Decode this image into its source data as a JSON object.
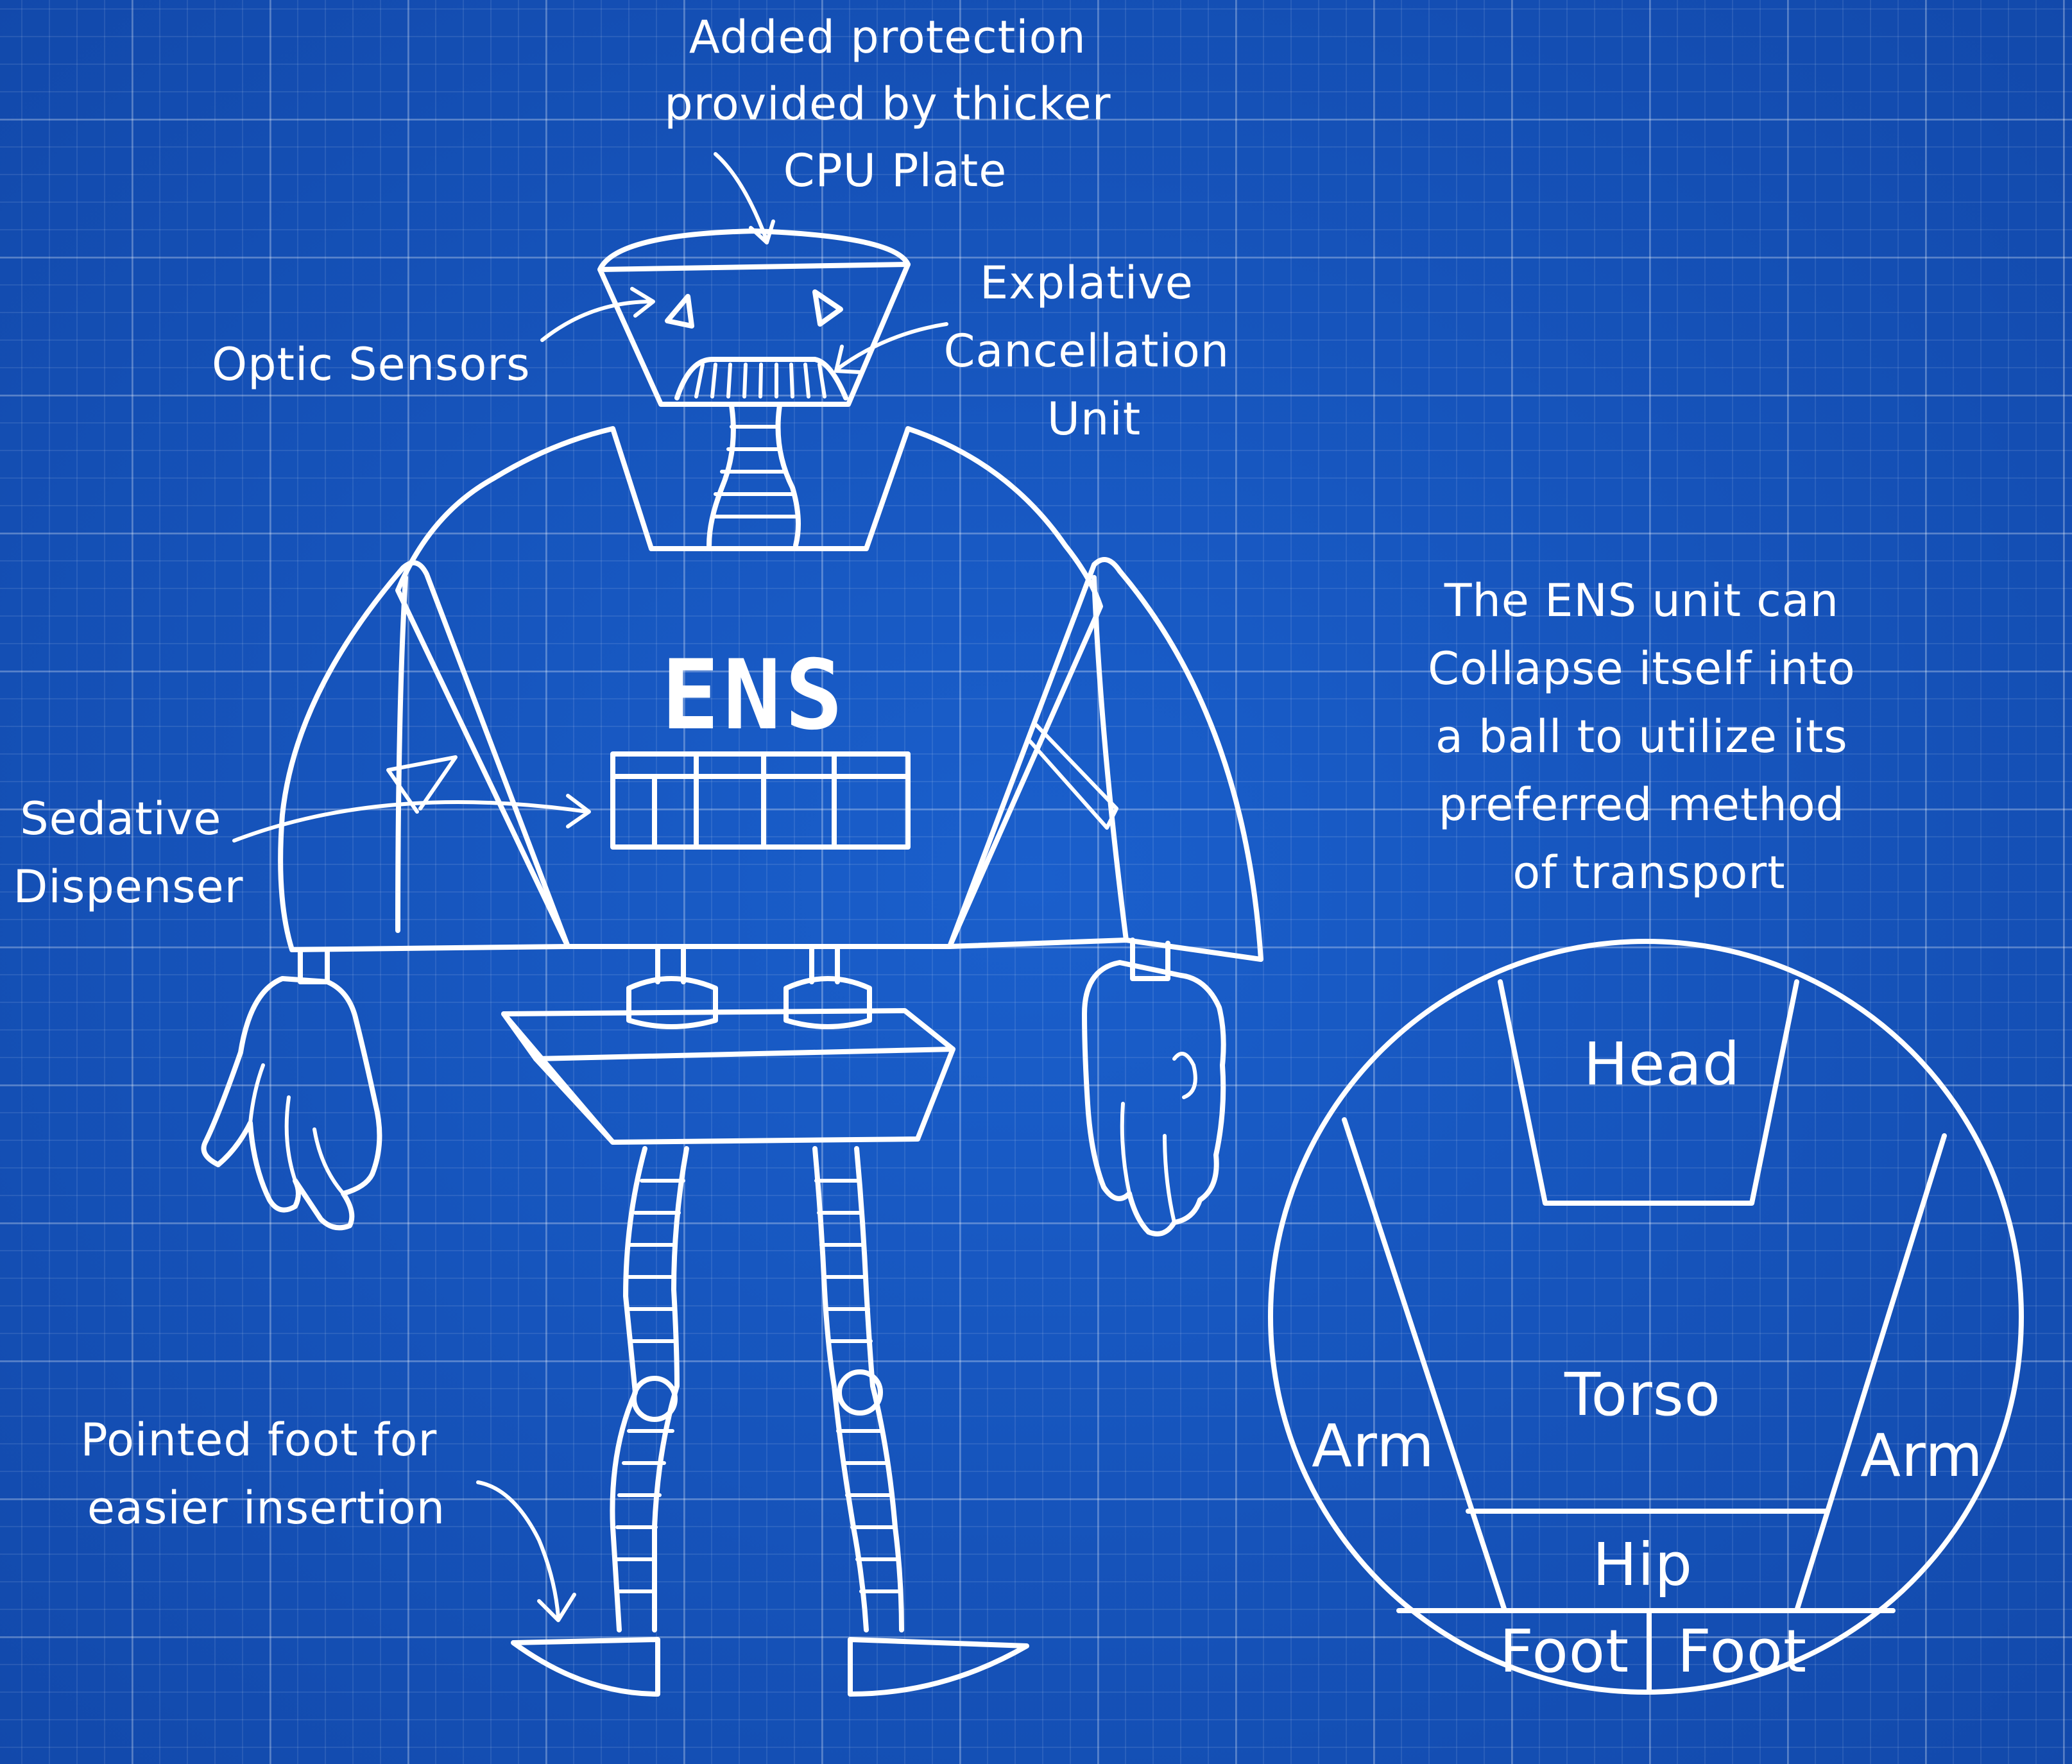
{
  "annotations": {
    "cpu_plate": [
      "Added protection",
      "provided by thicker",
      "CPU Plate"
    ],
    "optic_sensors": "Optic Sensors",
    "explative_unit": [
      "Explative",
      "Cancellation",
      "Unit"
    ],
    "sedative_dispenser": [
      "Sedative",
      "Dispenser"
    ],
    "pointed_foot": [
      "Pointed foot for",
      "easier insertion"
    ],
    "collapse_note": [
      "The ENS unit can",
      "Collapse itself into",
      "a ball to utilize its",
      "preferred method",
      "of transport"
    ]
  },
  "robot": {
    "chest_label": "ENS"
  },
  "ball_diagram": {
    "head": "Head",
    "torso": "Torso",
    "arm_left": "Arm",
    "arm_right": "Arm",
    "hip": "Hip",
    "foot_left": "Foot",
    "foot_right": "Foot"
  },
  "colors": {
    "background": "#1352b8",
    "ink": "#ffffff"
  }
}
